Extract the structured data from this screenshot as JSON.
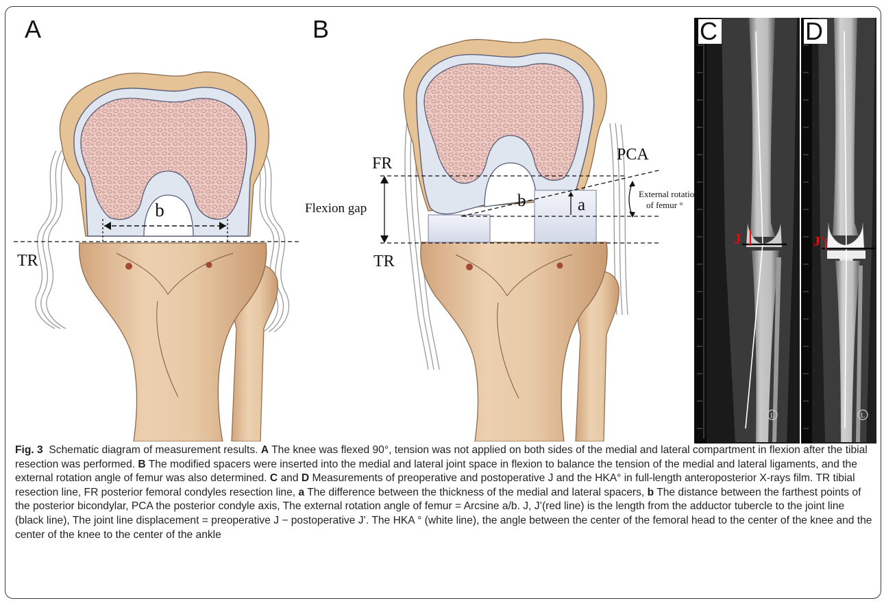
{
  "figure": {
    "panels": {
      "a": {
        "letter": "A",
        "label_b": "b",
        "label_tr": "TR"
      },
      "b": {
        "letter": "B",
        "label_fr": "FR",
        "label_pca": "PCA",
        "label_tr": "TR",
        "label_flexion_gap": "Flexion gap",
        "label_a": "a",
        "label_b": "b",
        "label_external_rotation_1": "External rotation",
        "label_external_rotation_2": "of femur °"
      },
      "c": {
        "letter": "C",
        "label_j": "J",
        "marker": "L"
      },
      "d": {
        "letter": "D",
        "label_j": "J'",
        "marker": "L"
      }
    }
  },
  "caption": {
    "fig_label": "Fig. 3",
    "intro": "Schematic diagram of measurement results.",
    "a_key": "A",
    "a_text": "The knee was flexed 90°, tension was not applied on both sides of the medial and lateral compartment in flexion after the tibial resection was performed.",
    "b_key": "B",
    "b_text": "The modified spacers were inserted into the medial and lateral joint space in flexion to balance the tension of the medial and lateral ligaments, and the external rotation angle of femur was also determined.",
    "c_key": "C",
    "and_word": "and",
    "d_key": "D",
    "cd_text": "Measurements of preoperative and postoperative J and the HKA° in full-length anteroposterior X-rays film. TR tibial resection line, FR posterior femoral condyles resection line,",
    "ak_key": "a",
    "ak_text": "The difference between the thickness of the medial and lateral spacers,",
    "bk_key": "b",
    "bk_text": "The distance between the farthest points of the posterior bicondylar, PCA the posterior condyle axis, The external rotation angle of femur = Arcsine a/b. J, J’(red line) is the length from the adductor tubercle to the joint line (black line), The joint line displacement = preoperative J − postoperative J’. The HKA ° (white line), the angle between the center of the femoral head to the center of the knee and the center of the knee to the center of the ankle"
  },
  "colors": {
    "bone": "#e3c3a0",
    "bone_shadow": "#c99a6e",
    "cancellous": "#ebc6c0",
    "cartilage": "#dfe6ef",
    "spacer": "#e6e9f3",
    "xray_bg": "#1b1b1b",
    "red_line": "#e01010"
  }
}
